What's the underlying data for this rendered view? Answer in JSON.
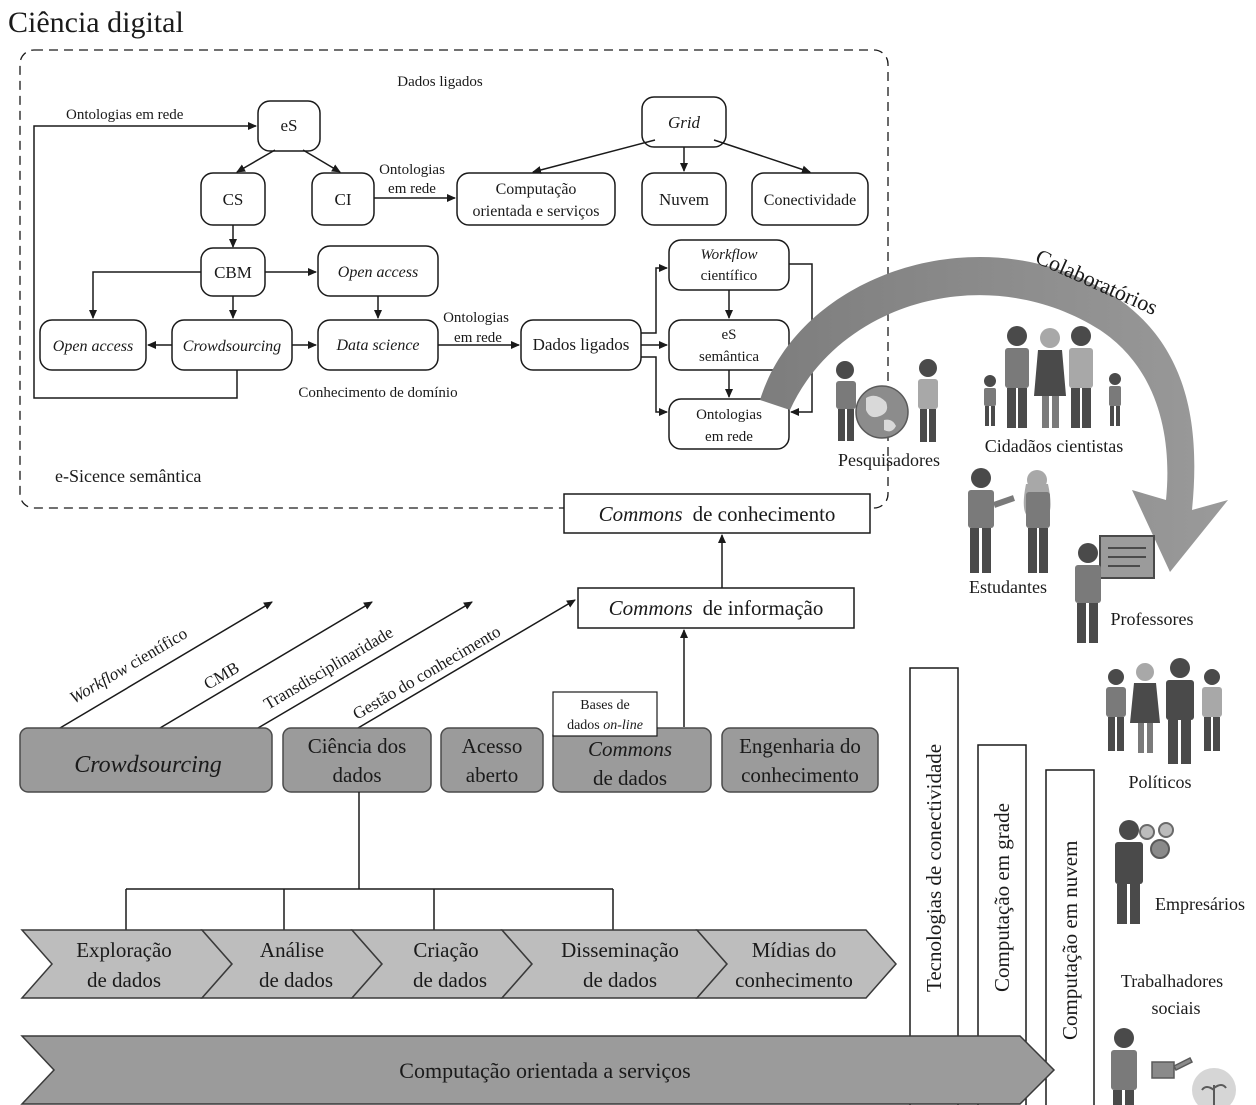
{
  "title": "Ciência digital",
  "region": {
    "top_label": "Dados ligados",
    "bottom_label": "e-Sicence semântica"
  },
  "nodes": {
    "es": "eS",
    "cs": "CS",
    "ci": "CI",
    "cbm": "CBM",
    "open_access_top": "Open access",
    "open_access_left": "Open access",
    "crowdsourcing": "Crowdsourcing",
    "data_science": "Data science",
    "dados_ligados": "Dados ligados",
    "grid": "Grid",
    "computacao_orientada_1": "Computação",
    "computacao_orientada_2": "orientada e serviços",
    "nuvem": "Nuvem",
    "conectividade": "Conectividade",
    "workflow_1": "Workflow",
    "workflow_2": "científico",
    "es_semantica_1": "eS",
    "es_semantica_2": "semântica",
    "ontologias_rede_1": "Ontologias",
    "ontologias_rede_2": "em rede"
  },
  "edge_labels": {
    "ontologias_em_rede_top": "Ontologias em rede",
    "ontologias_ci_1": "Ontologias",
    "ontologias_ci_2": "em rede",
    "ontologias_ds_1": "Ontologias",
    "ontologias_ds_2": "em rede",
    "conhecimento_dominio": "Conhecimento de domínio"
  },
  "commons": {
    "conhecimento_it": "Commons",
    "conhecimento_rest": "de conhecimento",
    "informacao_it": "Commons",
    "informacao_rest": "de informação"
  },
  "diagonal_arrows": [
    {
      "prefix": "Workflow",
      "suffix": " científico"
    },
    {
      "prefix": "",
      "suffix": "CMB"
    },
    {
      "prefix": "",
      "suffix": "Transdisciplinaridade"
    },
    {
      "prefix": "",
      "suffix": "Gestão do conhecimento"
    }
  ],
  "bases": {
    "line1": "Bases de",
    "line2_plain": "dados ",
    "line2_it": "on-line"
  },
  "domains": {
    "crowdsourcing": "Crowdsourcing",
    "ciencia_1": "Ciência dos",
    "ciencia_2": "dados",
    "acesso_1": "Acesso",
    "acesso_2": "aberto",
    "commons_1": "Commons",
    "commons_2": "de dados",
    "engenharia_1": "Engenharia do",
    "engenharia_2": "conhecimento"
  },
  "pipeline": [
    {
      "l1": "Exploração",
      "l2": "de dados"
    },
    {
      "l1": "Análise",
      "l2": "de dados"
    },
    {
      "l1": "Criação",
      "l2": "de dados"
    },
    {
      "l1": "Disseminação",
      "l2": "de dados"
    },
    {
      "l1": "Mídias do",
      "l2": "conhecimento"
    }
  ],
  "base_arrow": "Computação orientada a serviços",
  "vertical_bars": [
    "Tecnologias de conectividade",
    "Computação em grade",
    "Computação em nuvem"
  ],
  "collaboratorios": "Colaboratórios",
  "actors": {
    "pesquisadores": "Pesquisadores",
    "cidadaos": "Cidadãos cientistas",
    "estudantes": "Estudantes",
    "professores": "Professores",
    "politicos": "Políticos",
    "empresarios": "Empresários",
    "trabalhadores_1": "Trabalhadores",
    "trabalhadores_2": "sociais"
  }
}
